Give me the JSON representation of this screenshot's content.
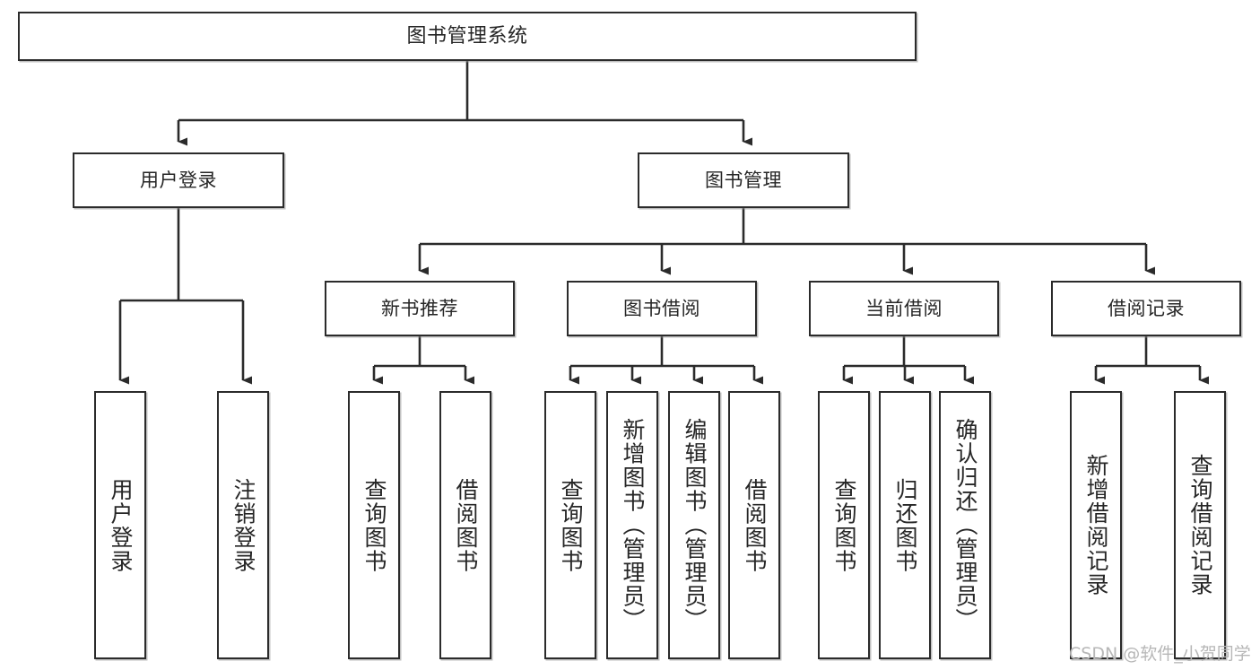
{
  "diagram": {
    "title": "图书管理系统",
    "type": "tree-hierarchy-diagram",
    "colors": {
      "box_border": "#2b2b2b",
      "box_fill": "#ffffff",
      "connector": "#2b2b2b",
      "text": "#262626",
      "watermark": "#b7b7b7",
      "canvas": "#ffffff"
    },
    "watermark": "CSDN @软件_小贺同学"
  },
  "nodes": {
    "root": {
      "label": "图书管理系统"
    },
    "level2": [
      {
        "id": "user-login",
        "label": "用户登录"
      },
      {
        "id": "book-manage",
        "label": "图书管理"
      }
    ],
    "level3": [
      {
        "id": "new-book-rec",
        "label": "新书推荐"
      },
      {
        "id": "book-borrow",
        "label": "图书借阅"
      },
      {
        "id": "current-borrow",
        "label": "当前借阅"
      },
      {
        "id": "borrow-record",
        "label": "借阅记录"
      }
    ],
    "leaves": {
      "user-login": [
        {
          "id": "leaf-user-login",
          "label": "用户登录"
        },
        {
          "id": "leaf-logout-login",
          "label": "注销登录"
        }
      ],
      "new-book-rec": [
        {
          "id": "leaf-query-book-1",
          "label": "查询图书"
        },
        {
          "id": "leaf-borrow-book-1",
          "label": "借阅图书"
        }
      ],
      "book-borrow": [
        {
          "id": "leaf-query-book-2",
          "label": "查询图书"
        },
        {
          "id": "leaf-add-book",
          "label": "新增图书（管理员）"
        },
        {
          "id": "leaf-edit-book",
          "label": "编辑图书（管理员）"
        },
        {
          "id": "leaf-borrow-book-2",
          "label": "借阅图书"
        }
      ],
      "current-borrow": [
        {
          "id": "leaf-query-book-3",
          "label": "查询图书"
        },
        {
          "id": "leaf-return-book",
          "label": "归还图书"
        },
        {
          "id": "leaf-confirm-return",
          "label": "确认归还（管理员）"
        }
      ],
      "borrow-record": [
        {
          "id": "leaf-add-record",
          "label": "新增借阅记录"
        },
        {
          "id": "leaf-query-record",
          "label": "查询借阅记录"
        }
      ]
    }
  }
}
